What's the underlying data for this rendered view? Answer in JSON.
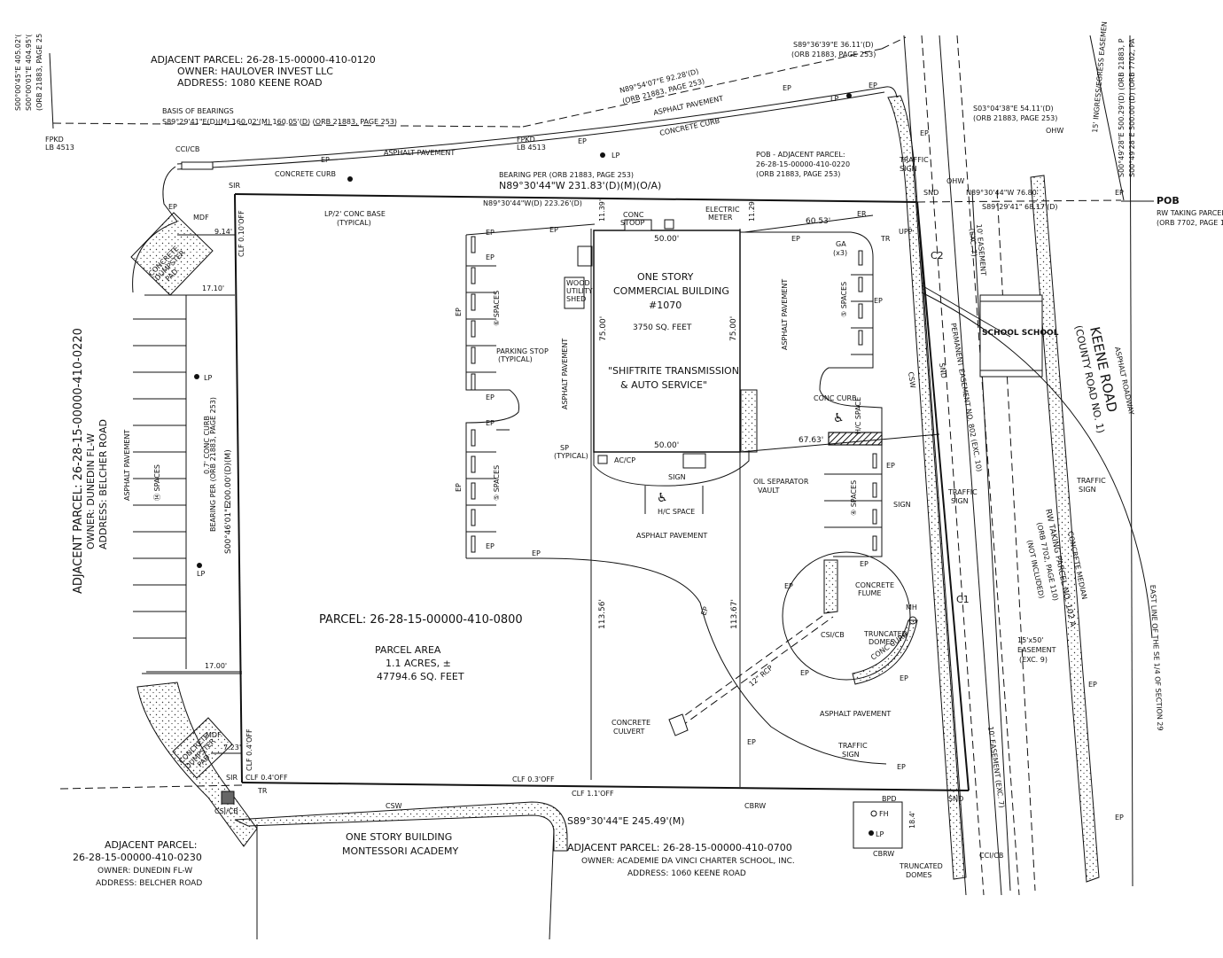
{
  "adjacent_north": {
    "title": "ADJACENT PARCEL: 26-28-15-00000-410-0120",
    "owner": "OWNER: HAULOVER INVEST LLC",
    "address": "ADDRESS: 1080 KEENE ROAD"
  },
  "adjacent_west": {
    "title": "ADJACENT PARCEL: 26-28-15-00000-410-0220",
    "owner": "OWNER: DUNEDIN FL-W",
    "address": "ADDRESS: BELCHER ROAD"
  },
  "adjacent_sw": {
    "title": "ADJACENT PARCEL:",
    "number": "26-28-15-00000-410-0230",
    "owner": "OWNER: DUNEDIN FL-W",
    "address": "ADDRESS: BELCHER ROAD"
  },
  "adjacent_south": {
    "title": "ADJACENT PARCEL: 26-28-15-00000-410-0700",
    "owner": "OWNER: ACADEMIE DA VINCI CHARTER SCHOOL, INC.",
    "address": "ADDRESS: 1060 KEENE ROAD"
  },
  "parcel": {
    "title": "PARCEL: 26-28-15-00000-410-0800",
    "area_label": "PARCEL AREA",
    "acres": "1.1 ACRES, ±",
    "sqft": "47794.6 SQ. FEET"
  },
  "building": {
    "line1": "ONE STORY",
    "line2": "COMMERCIAL BUILDING",
    "line3": "#1070",
    "area": "3750 SQ. FEET",
    "name1": "\"SHIFTRITE TRANSMISSION",
    "name2": "& AUTO SERVICE\"",
    "dim_top": "50.00'",
    "dim_bottom": "50.00'",
    "dim_left": "75.00'",
    "dim_right": "75.00'"
  },
  "montessori": {
    "line1": "ONE STORY BUILDING",
    "line2": "MONTESSORI ACADEMY"
  },
  "road": {
    "name": "KEENE ROAD",
    "sub": "(COUNTY ROAD NO. 1)",
    "asphalt": "ASPHALT ROADWAY",
    "school": "SCHOOL SCHOOL",
    "median": "CONCRETE MEDIAN",
    "rw1": "RW TAKING PARCEL NO. 102 A",
    "rw2": "(ORB 7702, PAGE 110)",
    "rw3": "(NOT INCLUDED)",
    "perm": "PERMANENT EASEMENT NO. 802 (EXC. 10)",
    "ease10a": "10' EASEMENT",
    "ease10b": "(EXC. 7)",
    "ease10c": "10' EASEMENT (EXC. 7)",
    "ease15a": "15'x50'",
    "ease15b": "EASEMENT",
    "ease15c": "(EXC. 9)",
    "ingress": "15' INGRESS/EGRESS EASEMEN",
    "eastline": "EAST LINE OF THE SE 1/4 OF SECTION 29",
    "c1": "C1",
    "c2": "C2"
  },
  "pob": {
    "label": "POB",
    "sub1": "RW TAKING PARCEL",
    "sub2": "(ORB 7702, PAGE 1",
    "adj1": "POB - ADJACENT PARCEL:",
    "adj2": "26-28-15-00000-410-0220",
    "adj3": "(ORB 21883, PAGE 253)"
  },
  "bearings": {
    "basis1": "BASIS OF BEARINGS",
    "basis2": "S89°29'41\"E(D)(M)  160.02'(M)  160.05'(D) (ORB 21883, PAGE 253)",
    "north1": "N89°54'07\"E  92.28'(D)",
    "north2": "(ORB 21883, PAGE 253)",
    "ne1": "S89°36'39\"E  36.11'(D)",
    "ne2": "(ORB 21883, PAGE 253)",
    "east1": "S03°04'38\"E  54.11'(D)",
    "east2": "(ORB 21883, PAGE 253)",
    "per": "BEARING PER (ORB 21883, PAGE 253)",
    "north_line": "N89°30'44\"W    231.83'(D)(M)(O/A)",
    "north_seg": "N89°30'44\"W(D)    223.26'(D)",
    "n7680": "N89°30'44\"W  76.80'",
    "s6817": "S89°29'41\"  68.17'(D)",
    "south": "S89°30'44\"E   245.49'(M)",
    "west1": "BEARING PER (ORB 21883, PAGE 253)",
    "west2": "200.00'(D)(M)",
    "west3": "S00°46'01\"E",
    "tl1": "S00°00'45\"E  405.02'(",
    "tl2": "S00°00'01\"E  404.95'(",
    "tl3": "(ORB 21883, PAGE 25",
    "tr1": "S00°49'28\"E  500.29'(D) (ORB 21883, P",
    "tr2": "S00°49'28\"E  500.00'(D) (ORB 7702, PA"
  },
  "labels": {
    "fpkd": "FPKD",
    "lb": "LB 4513",
    "asphalt": "ASPHALT PAVEMENT",
    "curb": "CONCRETE CURB",
    "conc_curb": "CONC CURB",
    "ep": "EP",
    "lp": "LP",
    "sir": "SIR",
    "clf01": "CLF 0.10'OFF",
    "clf04a": "CLF 0.4'OFF",
    "clf04b": "CLF 0.4'OFF",
    "clf03": "CLF 0.3'OFF",
    "clf11": "CLF 1.1'OFF",
    "lp_base1": "LP/2' CONC BASE",
    "lp_base2": "(TYPICAL)",
    "conc_stoop1": "CONC",
    "conc_stoop2": "STOOP",
    "elec1": "ELECTRIC",
    "elec2": "METER",
    "wood1": "WOOD",
    "wood2": "UTILITY",
    "wood3": "SHED",
    "parking_stop1": "PARKING STOP",
    "parking_stop2": "(TYPICAL)",
    "sp1": "SP",
    "sp2": "(TYPICAL)",
    "accp": "AC/CP",
    "sign": "SIGN",
    "hc": "H/C SPACE",
    "oil1": "OIL SEPARATOR",
    "oil2": "VAULT",
    "flume1": "CONCRETE",
    "flume2": "FLUME",
    "truncated1": "TRUNCATED",
    "truncated2": "DOMES",
    "mh": "MH",
    "csicb": "CSI/CB",
    "ccicb": "CCI/CB",
    "rcp": "12\" RCP",
    "culvert1": "CONCRETE",
    "culvert2": "CULVERT",
    "traffic1": "TRAFFIC",
    "traffic2": "SIGN",
    "snd": "SND",
    "ohw": "OHW",
    "er": "ER",
    "tr": "TR",
    "ga1": "GA",
    "ga2": "(x3)",
    "upp": "UPP",
    "csw": "CSW",
    "cbrw": "CBRW",
    "bpd": "BPD",
    "fh": "FH",
    "mdf": "MDF",
    "dump1": "CONCRETE",
    "dump2": "DUMPSTER",
    "dump3": "PAD",
    "conc_curb07": "0.7' CONC CURB",
    "spaces6": "⑥ SPACES",
    "spaces5a": "⑤ SPACES",
    "spaces5b": "⑤ SPACES",
    "spaces4": "④ SPACES",
    "spaces14": "⑭ SPACES",
    "hc_space_v": "H/C SPACE"
  },
  "dims": {
    "d914": "9.14'",
    "d1710": "17.10'",
    "d1700": "17.00'",
    "d723": "7.23'",
    "d1139": "11.39'",
    "d1129": "11.29'",
    "d6053": "60.53'",
    "d6763": "67.63'",
    "d11356": "113.56'",
    "d11367": "113.67'",
    "d184": "18.4'"
  }
}
